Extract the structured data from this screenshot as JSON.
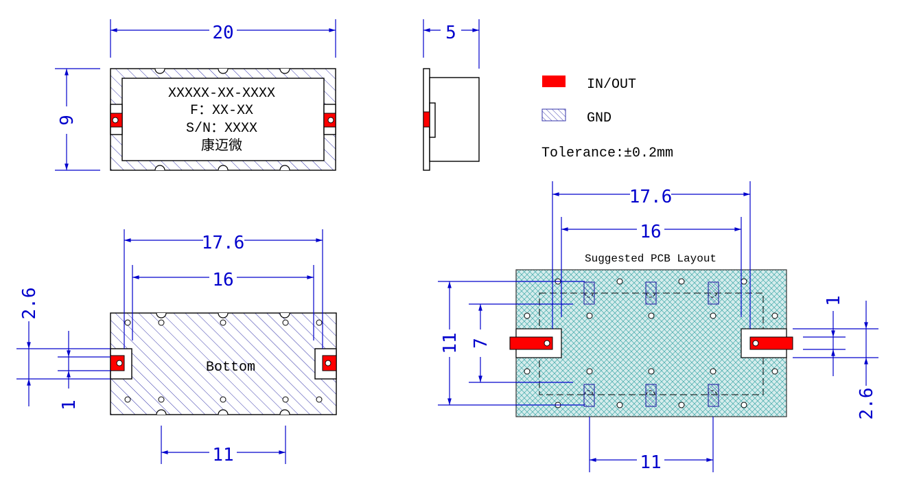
{
  "top_view": {
    "width_dim": "20",
    "height_dim": "9",
    "marking_line1": "XXXXX-XX-XXXX",
    "marking_line2": "F：XX-XX",
    "marking_line3": "S/N：XXXX",
    "marking_line4": "康迈微"
  },
  "side_view": {
    "thickness_dim": "5"
  },
  "legend": {
    "in_out_label": "IN/OUT",
    "gnd_label": "GND",
    "tolerance": "Tolerance:±0.2mm",
    "colors": {
      "in_out": "#ff0000",
      "gnd_hatch": "#3333aa"
    }
  },
  "bottom_view": {
    "outer_dim": "17.6",
    "inner_dim": "16",
    "pitch_dim": "11",
    "pad_height_dim": "2.6",
    "pad_gap_dim": "1",
    "label": "Bottom"
  },
  "pcb_layout": {
    "title": "Suggested PCB Layout",
    "outer_dim": "17.6",
    "inner_dim": "16",
    "pitch_dim": "11",
    "height_dim": "11",
    "inner_height_dim": "7",
    "right_gap_dim": "1",
    "right_pad_dim": "2.6",
    "colors": {
      "copper": "#cfe6e6",
      "mesh": "#3aa6a6",
      "pad": "#ff0000"
    }
  }
}
